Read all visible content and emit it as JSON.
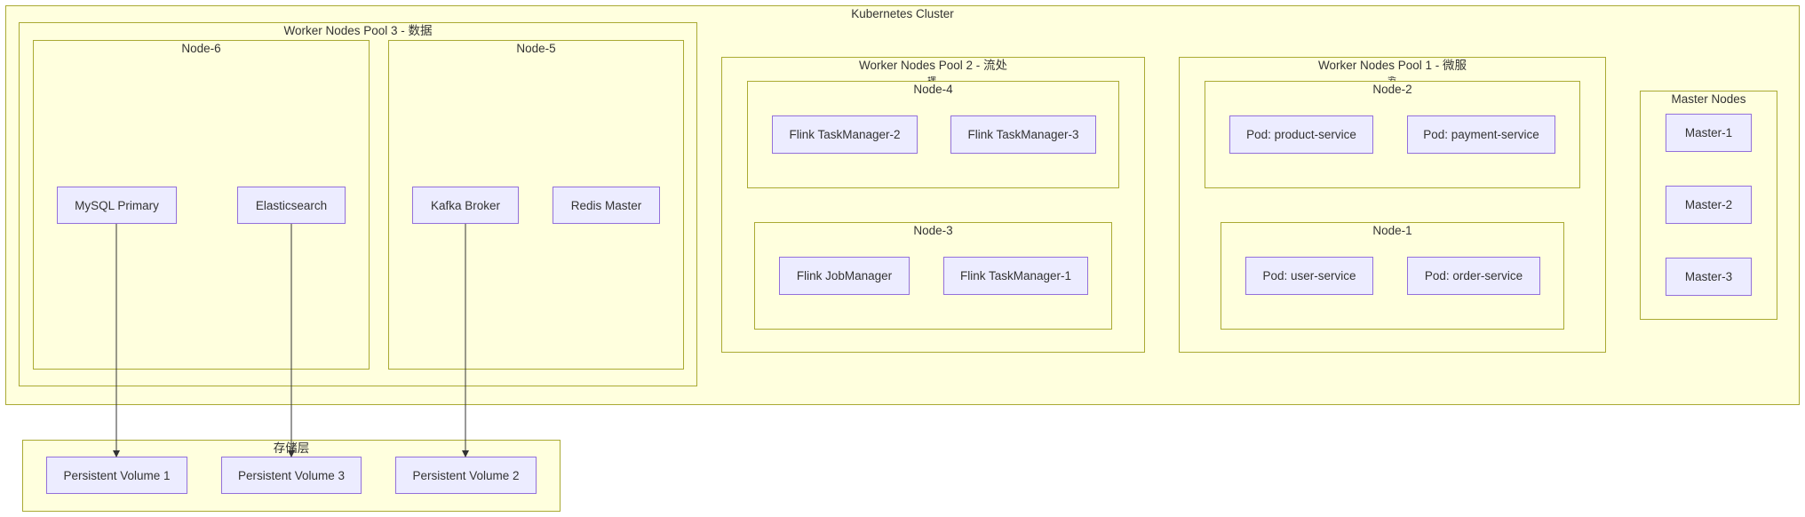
{
  "diagram": {
    "clusters": {
      "k8s": "Kubernetes Cluster",
      "pool3": "Worker Nodes Pool 3 - 数据",
      "node6": "Node-6",
      "node5": "Node-5",
      "pool2": "Worker Nodes Pool 2 - 流处",
      "node4": "Node-4",
      "node3": "Node-3",
      "pool1": "Worker Nodes Pool 1 - 微服",
      "node2": "Node-2",
      "node1": "Node-1",
      "master": "Master Nodes",
      "storage": "存储层"
    },
    "wrapped_fragments": {
      "pool2": "理",
      "pool1": "务"
    },
    "nodes": {
      "mysql": "MySQL Primary",
      "es": "Elasticsearch",
      "kafka": "Kafka Broker",
      "redis": "Redis Master",
      "ftm2": "Flink TaskManager-2",
      "ftm3": "Flink TaskManager-3",
      "fjm": "Flink JobManager",
      "ftm1": "Flink TaskManager-1",
      "product": "Pod: product-service",
      "payment": "Pod: payment-service",
      "user": "Pod: user-service",
      "order": "Pod: order-service",
      "m1": "Master-1",
      "m2": "Master-2",
      "m3": "Master-3",
      "pv1": "Persistent Volume 1",
      "pv3": "Persistent Volume 3",
      "pv2": "Persistent Volume 2"
    },
    "edges": [
      {
        "from": "mysql",
        "to": "pv1"
      },
      {
        "from": "es",
        "to": "pv3"
      },
      {
        "from": "kafka",
        "to": "pv2"
      }
    ],
    "colors": {
      "cluster_fill": "#ffffde",
      "cluster_stroke": "#aaaa33",
      "node_fill": "#ececff",
      "node_stroke": "#9370db",
      "edge": "#333333"
    }
  }
}
